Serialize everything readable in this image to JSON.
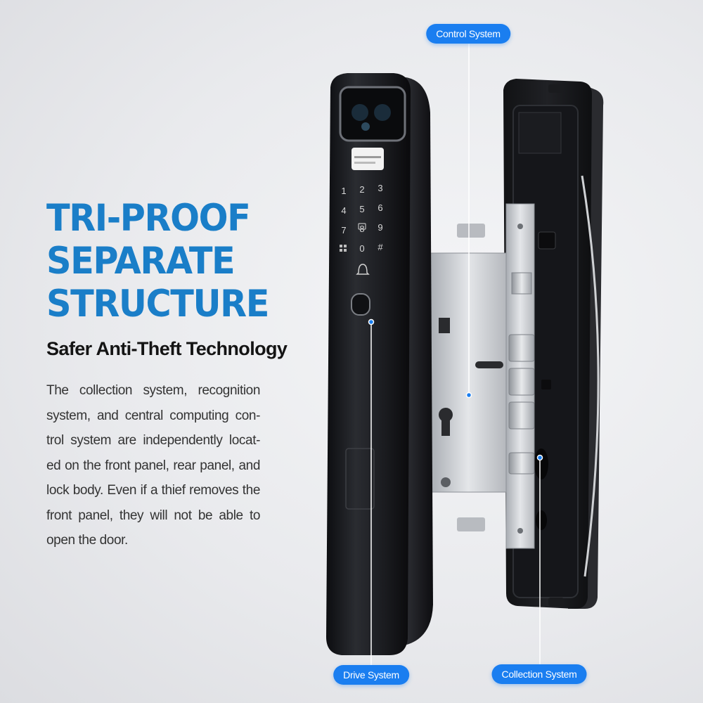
{
  "headline": {
    "line1": "TRI-PROOF",
    "line2": "SEPARATE",
    "line3": "STRUCTURE"
  },
  "subheading": "Safer Anti-Theft Technology",
  "description_lines": [
    "The collection system, recognition",
    "system, and central computing con-",
    "trol system are independently locat-",
    "ed on the front panel, rear panel, and",
    "lock body. Even if a thief removes the",
    "front panel, they will not be able to",
    "open the door."
  ],
  "labels": {
    "control": "Control System",
    "drive": "Drive System",
    "collection": "Collection System"
  },
  "keypad": [
    "1",
    "2",
    "3",
    "4",
    "5",
    "6",
    "7",
    "8",
    "9",
    "",
    "0",
    "#"
  ],
  "colors": {
    "accent": "#1a7ec8",
    "pill": "#1a7ef0",
    "panel": "#1b1c20",
    "steel": "#c9ccd0"
  }
}
